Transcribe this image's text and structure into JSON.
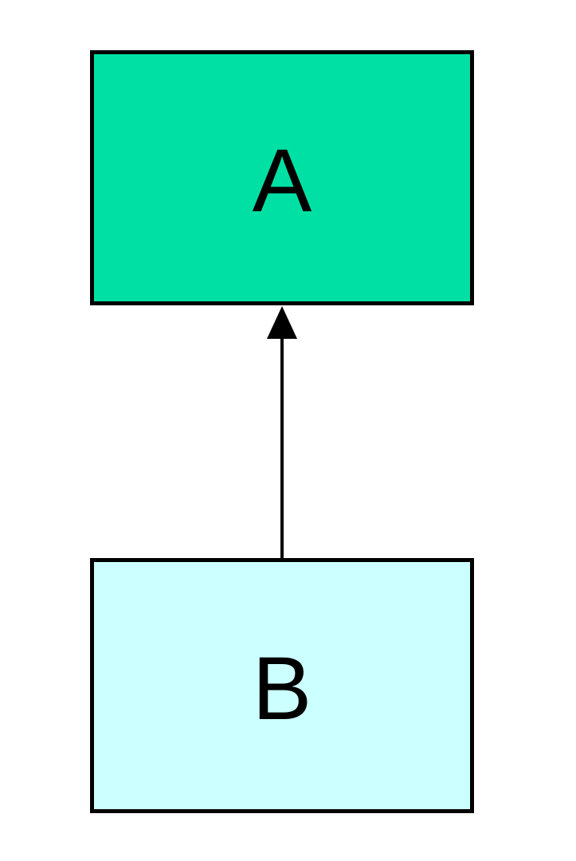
{
  "diagram": {
    "kind": "directed-graph",
    "background_color": "#ffffff",
    "nodes": [
      {
        "id": "A",
        "label": "A",
        "shape": "rectangle",
        "fill_color": "#00e0a4",
        "border_color": "#000000",
        "text_color": "#000000",
        "position": "top"
      },
      {
        "id": "B",
        "label": "B",
        "shape": "rectangle",
        "fill_color": "#ccffff",
        "border_color": "#000000",
        "text_color": "#000000",
        "position": "bottom"
      }
    ],
    "edges": [
      {
        "from": "B",
        "to": "A",
        "line_color": "#000000",
        "arrowhead": "filled-triangle",
        "direction": "up"
      }
    ]
  }
}
